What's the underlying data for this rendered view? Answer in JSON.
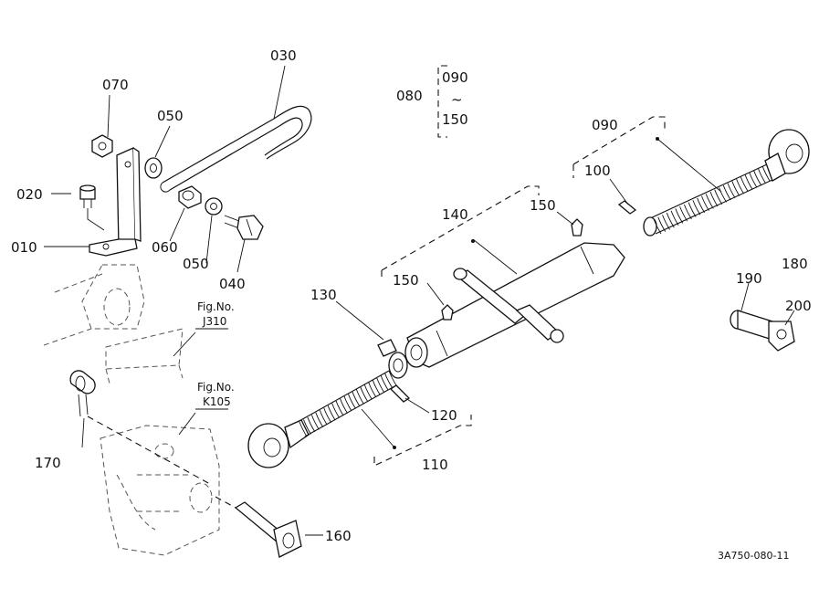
{
  "callouts": {
    "p010": "010",
    "p020": "020",
    "p030": "030",
    "p040": "040",
    "p050a": "050",
    "p050b": "050",
    "p060": "060",
    "p070": "070",
    "p080": "080",
    "p090a": "090",
    "p090b": "090",
    "tilde": "~",
    "p150a": "150",
    "p100": "100",
    "p110": "110",
    "p120": "120",
    "p130": "130",
    "p140": "140",
    "p150b": "150",
    "p150c": "150",
    "p160": "160",
    "p170": "170",
    "p180": "180",
    "p190": "190",
    "p200": "200"
  },
  "figure_refs": {
    "j310_title": "Fig.No.",
    "j310_code": "J310",
    "k105_title": "Fig.No.",
    "k105_code": "K105"
  },
  "drawing_code": "3A750-080-11"
}
